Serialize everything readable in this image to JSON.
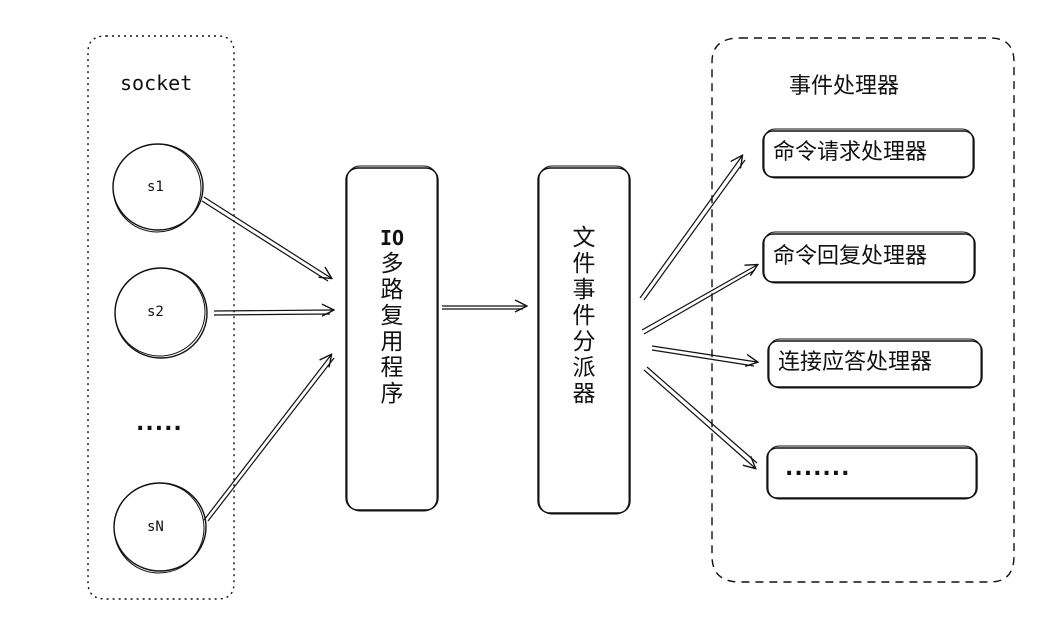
{
  "socket_group": {
    "title": "socket",
    "sockets": [
      "s1",
      "s2",
      "sN"
    ],
    "ellipsis": "....."
  },
  "io_multiplexer": {
    "label": [
      "IO",
      "多",
      "路",
      "复",
      "用",
      "程",
      "序"
    ]
  },
  "file_event_dispatcher": {
    "label": [
      "文",
      "件",
      "事",
      "件",
      "分",
      "派",
      "器"
    ]
  },
  "handler_group": {
    "title": "事件处理器",
    "handlers": [
      "命令请求处理器",
      "命令回复处理器",
      "连接应答处理器",
      "......."
    ]
  },
  "colors": {
    "stroke": "#111111",
    "background": "#ffffff"
  }
}
